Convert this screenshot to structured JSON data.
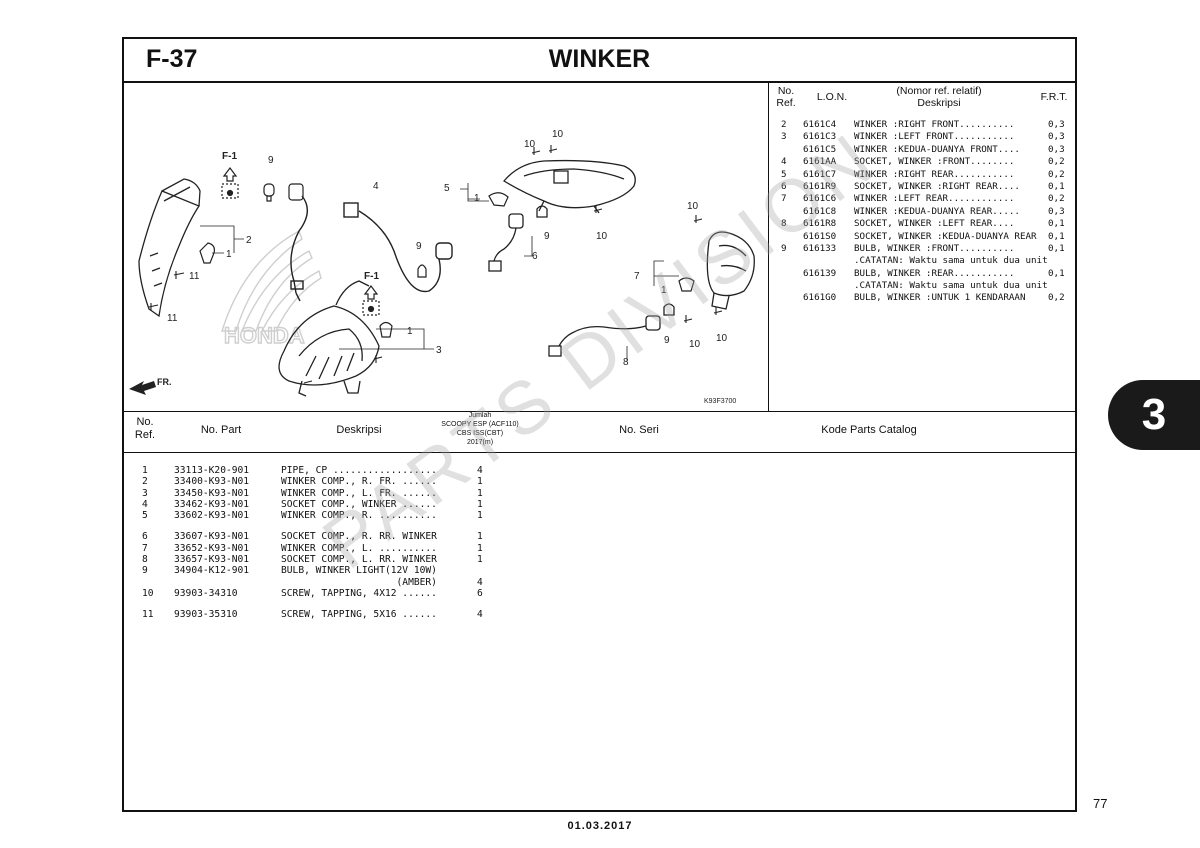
{
  "header": {
    "section_code": "F-37",
    "title": "WINKER"
  },
  "diagram": {
    "callouts": [
      "1",
      "2",
      "3",
      "4",
      "5",
      "6",
      "7",
      "8",
      "9",
      "10",
      "11"
    ],
    "refs": [
      "F-1",
      "F-1"
    ],
    "brand_watermark": "HONDA",
    "front_arrow": "FR.",
    "drawing_code": "K93F3700"
  },
  "lon_table": {
    "headers": {
      "no_ref": "No.\nRef.",
      "lon": "L.O.N.",
      "desc": "(Nomor ref. relatif)\nDeskripsi",
      "frt": "F.R.T."
    },
    "rows": [
      {
        "ref": "2",
        "lon": "6161C4",
        "desc": "WINKER :RIGHT FRONT..........",
        "frt": "0,3"
      },
      {
        "ref": "3",
        "lon": "6161C3",
        "desc": "WINKER :LEFT FRONT...........",
        "frt": "0,3"
      },
      {
        "ref": "",
        "lon": "6161C5",
        "desc": "WINKER :KEDUA-DUANYA FRONT....",
        "frt": "0,3"
      },
      {
        "ref": "4",
        "lon": "6161AA",
        "desc": "SOCKET, WINKER :FRONT........",
        "frt": "0,2"
      },
      {
        "ref": "5",
        "lon": "6161C7",
        "desc": "WINKER :RIGHT REAR...........",
        "frt": "0,2"
      },
      {
        "ref": "6",
        "lon": "6161R9",
        "desc": "SOCKET, WINKER :RIGHT REAR....",
        "frt": "0,1"
      },
      {
        "ref": "7",
        "lon": "6161C6",
        "desc": "WINKER :LEFT REAR............",
        "frt": "0,2"
      },
      {
        "ref": "",
        "lon": "6161C8",
        "desc": "WINKER :KEDUA-DUANYA REAR.....",
        "frt": "0,3"
      },
      {
        "ref": "8",
        "lon": "6161R8",
        "desc": "SOCKET, WINKER :LEFT REAR....",
        "frt": "0,1"
      },
      {
        "ref": "",
        "lon": "6161S0",
        "desc": "SOCKET, WINKER :KEDUA-DUANYA REAR",
        "frt": "0,1"
      },
      {
        "ref": "9",
        "lon": "616133",
        "desc": "BULB, WINKER :FRONT..........",
        "frt": "0,1"
      },
      {
        "ref": "",
        "lon": "",
        "desc": ".CATATAN: Waktu sama untuk dua unit",
        "frt": ""
      },
      {
        "ref": "",
        "lon": "616139",
        "desc": "BULB, WINKER :REAR...........",
        "frt": "0,1"
      },
      {
        "ref": "",
        "lon": "",
        "desc": ".CATATAN: Waktu sama untuk dua unit",
        "frt": ""
      },
      {
        "ref": "",
        "lon": "6161G0",
        "desc": "BULB, WINKER :UNTUK 1 KENDARAAN",
        "frt": "0,2"
      }
    ]
  },
  "parts_table": {
    "headers": {
      "no_ref": "No.\nRef.",
      "no_part": "No. Part",
      "desc": "Deskripsi",
      "jumlah": "Jumlah\nSCOOPY ESP (ACF110)\nCBS ISS(CBT)\n2017(m)",
      "no_seri": "No. Seri",
      "kode": "Kode Parts Catalog"
    },
    "groups": [
      [
        {
          "ref": "1",
          "part": "33113-K20-901",
          "desc": "PIPE, CP ..................",
          "qty": "4"
        },
        {
          "ref": "2",
          "part": "33400-K93-N01",
          "desc": "WINKER COMP., R. FR. ......",
          "qty": "1"
        },
        {
          "ref": "3",
          "part": "33450-K93-N01",
          "desc": "WINKER COMP., L. FR. ......",
          "qty": "1"
        },
        {
          "ref": "4",
          "part": "33462-K93-N01",
          "desc": "SOCKET COMP., WINKER ......",
          "qty": "1"
        },
        {
          "ref": "5",
          "part": "33602-K93-N01",
          "desc": "WINKER COMP., R. ..........",
          "qty": "1"
        }
      ],
      [
        {
          "ref": "6",
          "part": "33607-K93-N01",
          "desc": "SOCKET COMP., R. RR. WINKER",
          "qty": "1"
        },
        {
          "ref": "7",
          "part": "33652-K93-N01",
          "desc": "WINKER COMP., L. ..........",
          "qty": "1"
        },
        {
          "ref": "8",
          "part": "33657-K93-N01",
          "desc": "SOCKET COMP., L. RR. WINKER",
          "qty": "1"
        },
        {
          "ref": "9",
          "part": "34904-K12-901",
          "desc": "BULB, WINKER LIGHT(12V 10W)",
          "qty": ""
        },
        {
          "ref": "",
          "part": "",
          "desc": "                    (AMBER)",
          "qty": "4"
        },
        {
          "ref": "10",
          "part": "93903-34310",
          "desc": "SCREW, TAPPING, 4X12 ......",
          "qty": "6"
        }
      ],
      [
        {
          "ref": "11",
          "part": "93903-35310",
          "desc": "SCREW, TAPPING, 5X16 ......",
          "qty": "4"
        }
      ]
    ]
  },
  "watermark_text": "PARTS DIVISION",
  "side_tab": "3",
  "page_number": "77",
  "footer_date": "01.03.2017"
}
